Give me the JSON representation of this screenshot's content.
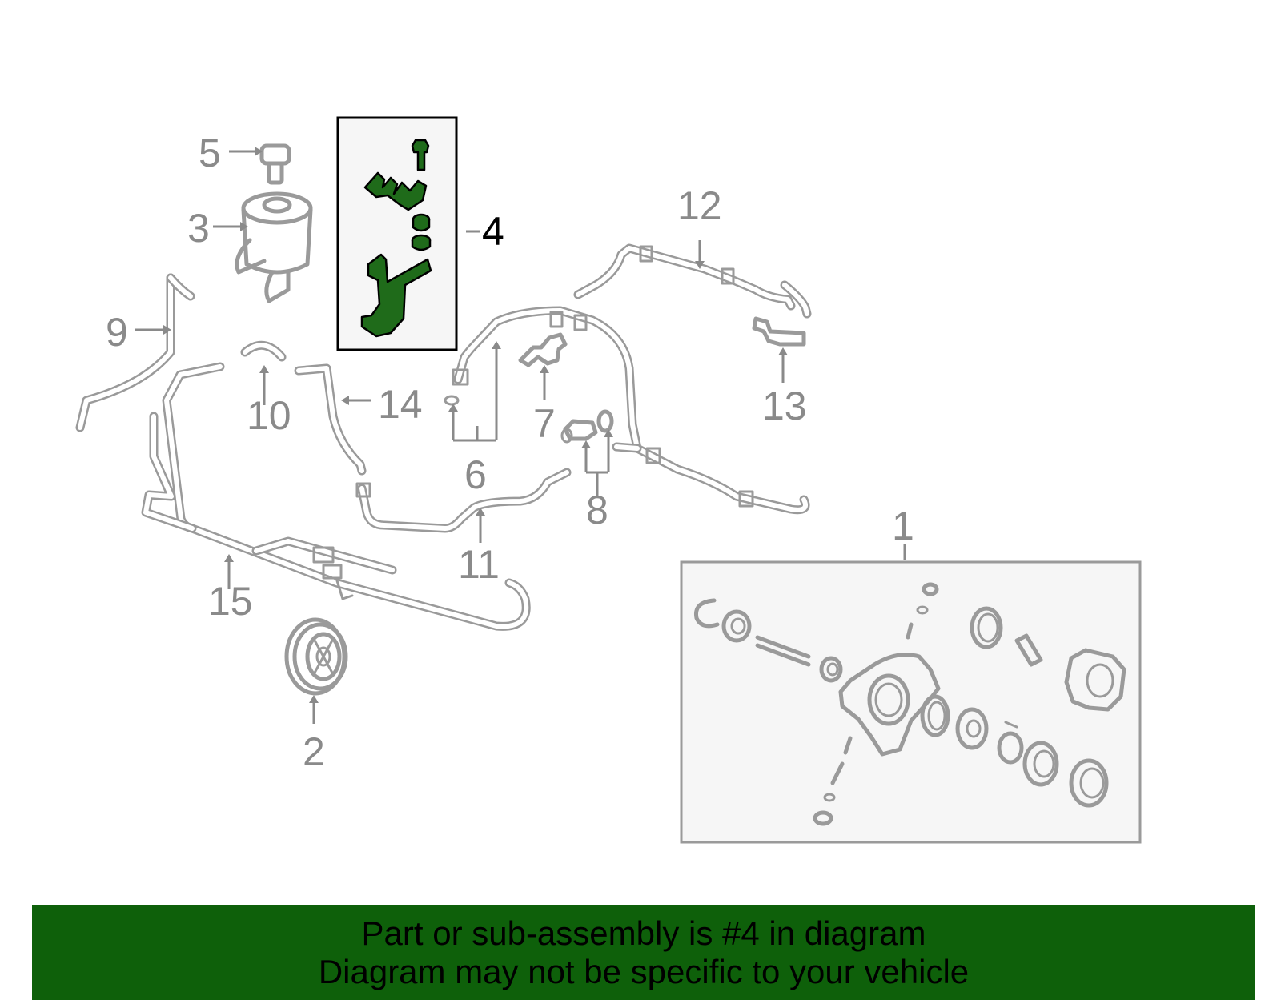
{
  "highlight_color": "#1f6b1a",
  "banner_color": "#0e600a",
  "callouts": {
    "c1": "1",
    "c2": "2",
    "c3": "3",
    "c4": "4",
    "c5": "5",
    "c6": "6",
    "c7": "7",
    "c8": "8",
    "c9": "9",
    "c10": "10",
    "c11": "11",
    "c12": "12",
    "c13": "13",
    "c14": "14",
    "c15": "15"
  },
  "banner": {
    "line1": "Part or sub-assembly is #4 in diagram",
    "line2": "Diagram may not be specific to your vehicle"
  }
}
